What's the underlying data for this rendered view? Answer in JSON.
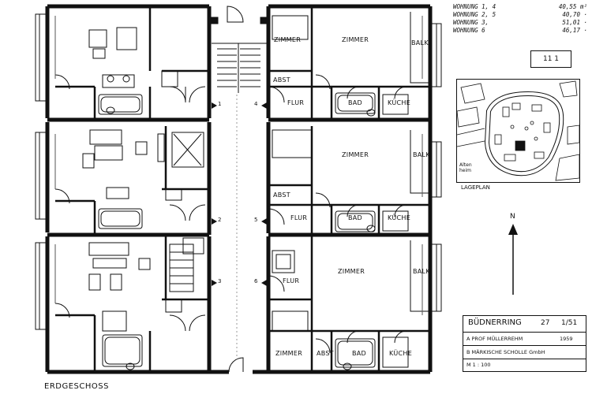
{
  "legend": [
    {
      "label": "WOHNUNG 1, 4",
      "area": "40,55 m²"
    },
    {
      "label": "WOHNUNG 2, 5",
      "area": "40,70 ·"
    },
    {
      "label": "WOHNUNG 3,",
      "area": "51,01 ·"
    },
    {
      "label": "WOHNUNG 6",
      "area": "46,17 ·"
    }
  ],
  "sheet_tag": "11 1",
  "site": {
    "caption": "LAGEPLAN",
    "map_label": "Alten heim"
  },
  "north_label": "N",
  "title_block": {
    "title": "BÜDNERRING",
    "number": "27",
    "sheet": "1/51",
    "architect": "A  PROF MÜLLERREHM",
    "year": "1959",
    "builder": "B  MÄRKISCHE SCHOLLE  GmbH",
    "scale": "M  1 : 100"
  },
  "floor_name": "ERDGESCHOSS",
  "rooms": {
    "zimmer": "ZIMMER",
    "balk": "BALK.",
    "abst": "ABST",
    "flur": "FLUR",
    "bad": "BAD",
    "kueche": "KÜCHE"
  },
  "unit_numbers": [
    "1",
    "2",
    "3",
    "4",
    "5",
    "6"
  ]
}
